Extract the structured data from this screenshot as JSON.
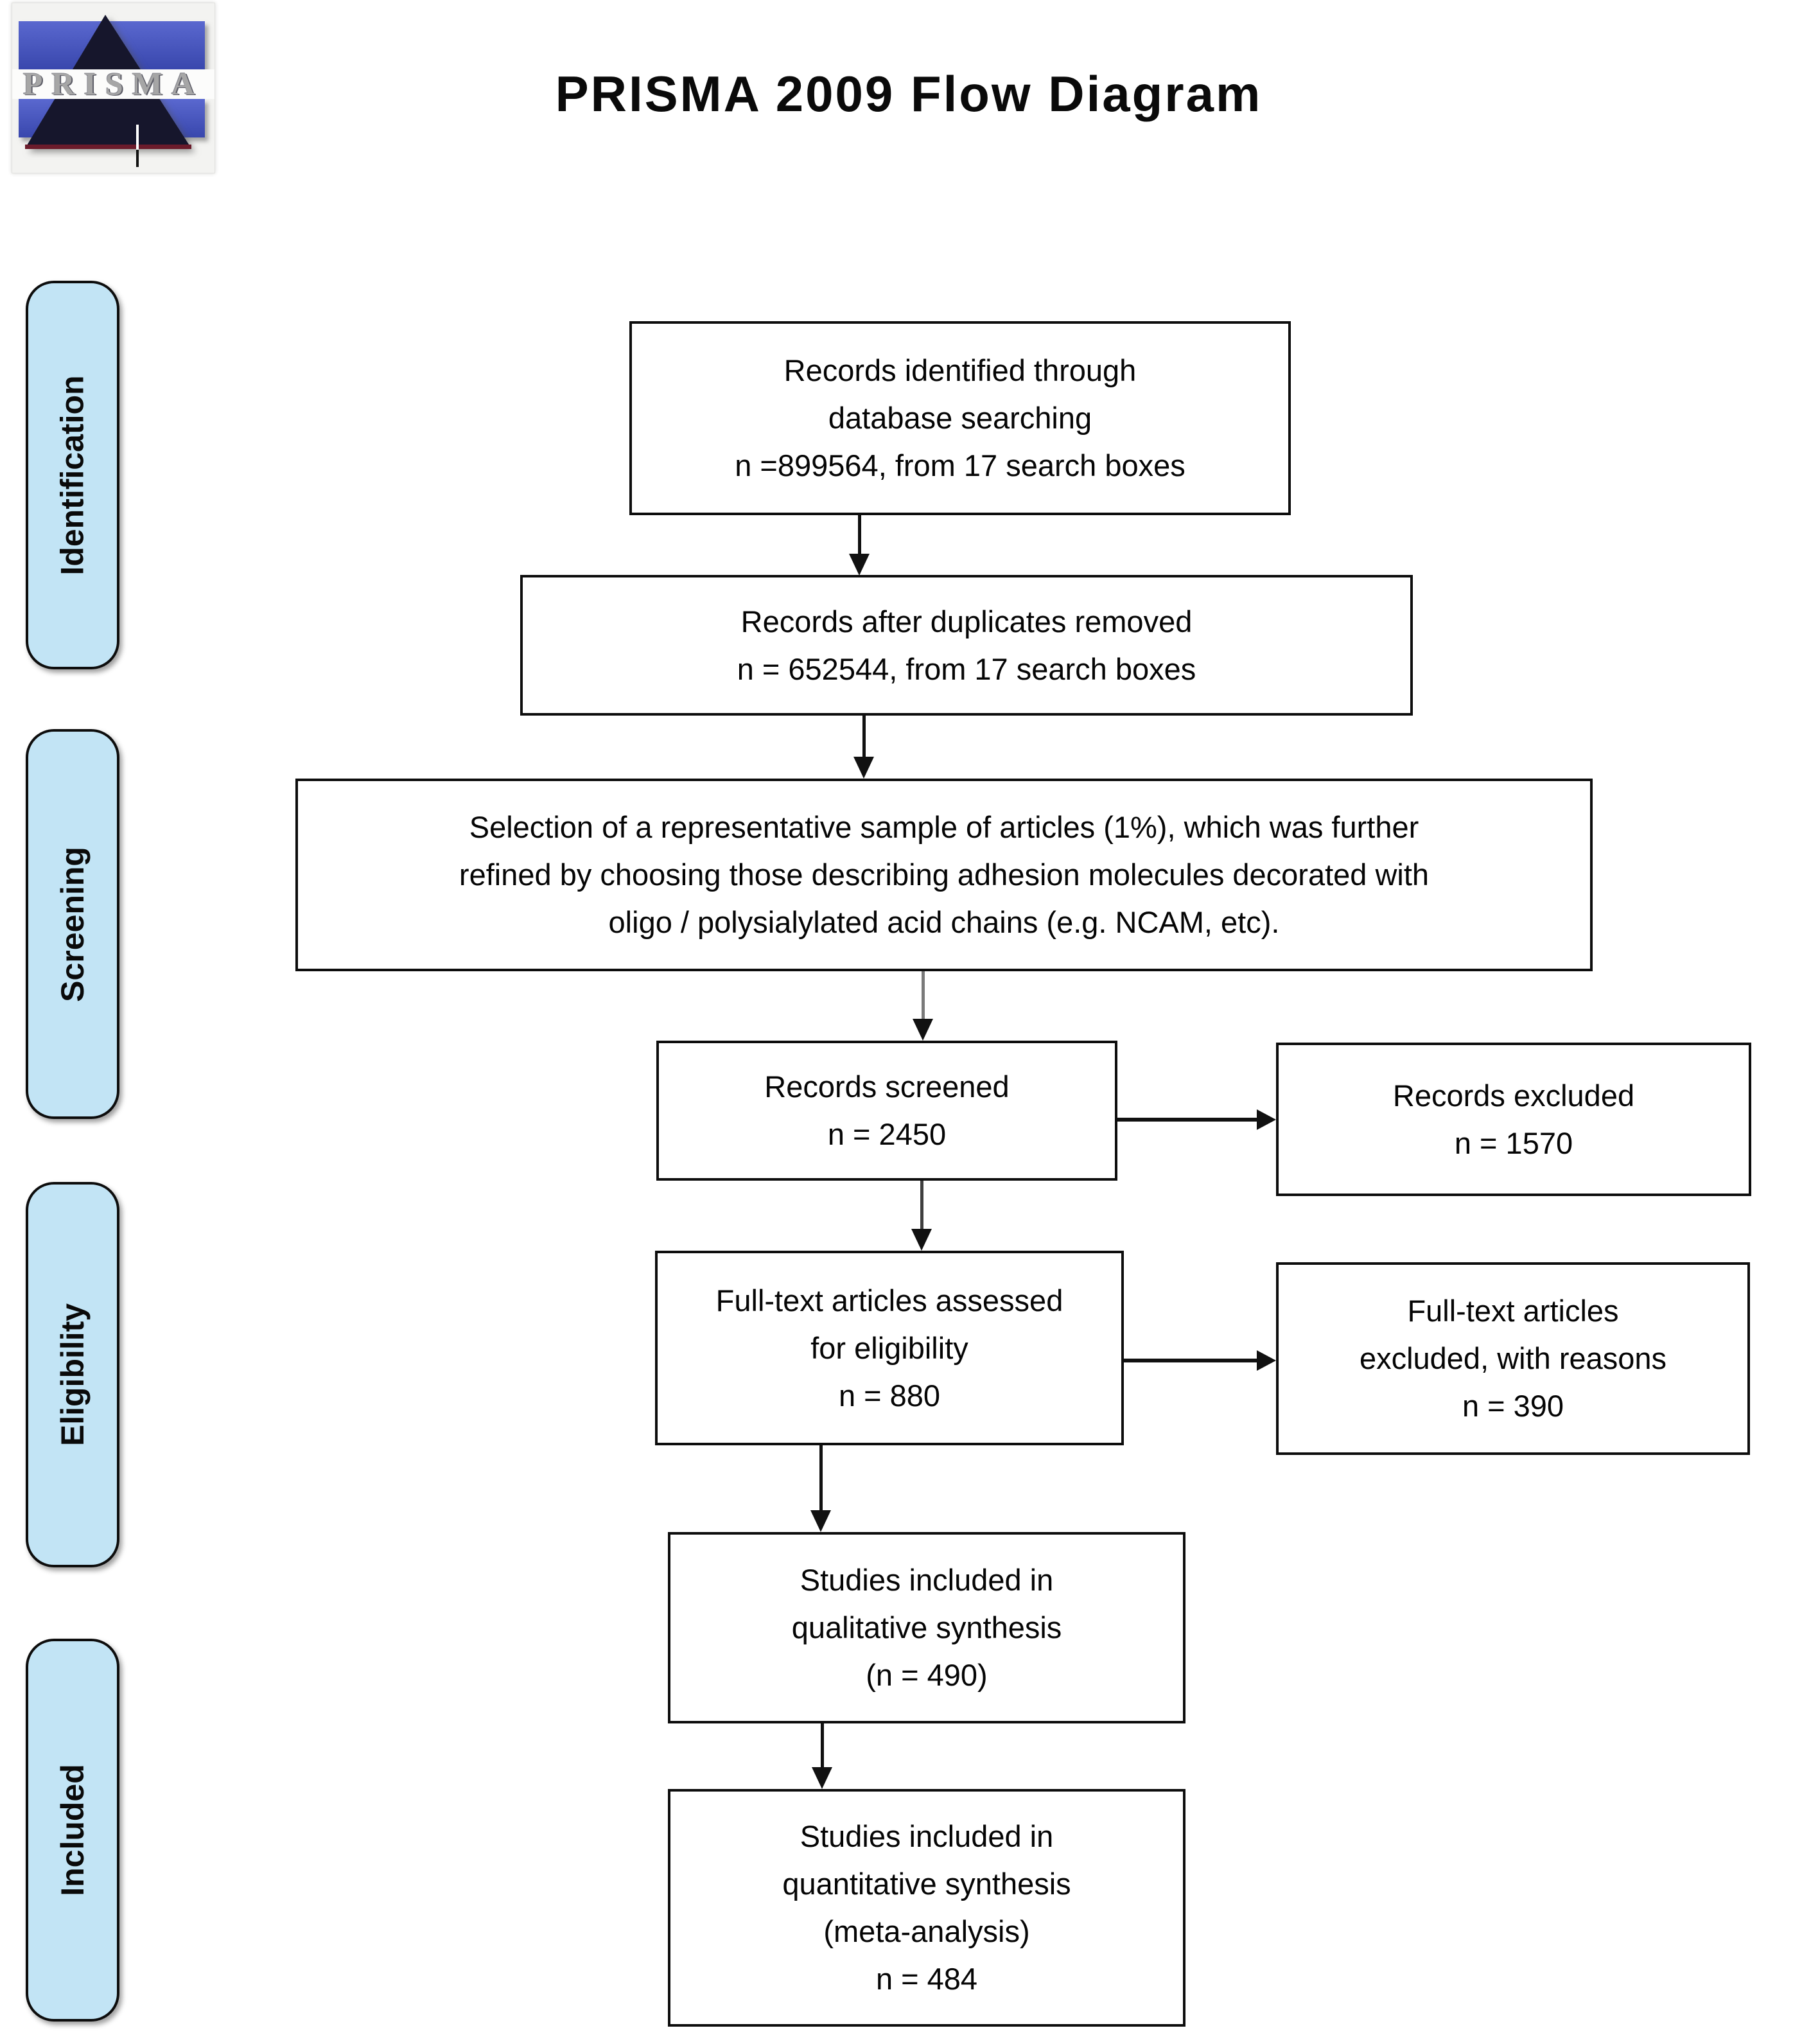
{
  "title": "PRISMA 2009 Flow Diagram",
  "logo": {
    "text": "PRISMA"
  },
  "stages": [
    {
      "label": "Identification"
    },
    {
      "label": "Screening"
    },
    {
      "label": "Eligibility"
    },
    {
      "label": "Included"
    }
  ],
  "boxes": {
    "records_identified": {
      "lines": [
        "Records identified through",
        "database searching",
        "n =899564, from 17 search boxes"
      ]
    },
    "duplicates_removed": {
      "lines": [
        "Records after duplicates removed",
        "n = 652544, from 17 search boxes"
      ]
    },
    "selection_sample": {
      "lines": [
        "Selection of a representative sample of articles (1%), which was further",
        "refined by choosing those describing adhesion molecules decorated with",
        "oligo / polysialylated acid chains (e.g. NCAM, etc)."
      ]
    },
    "records_screened": {
      "lines": [
        "Records screened",
        "n = 2450"
      ]
    },
    "records_excluded": {
      "lines": [
        "Records excluded",
        "n = 1570"
      ]
    },
    "fulltext_assessed": {
      "lines": [
        "Full-text articles assessed",
        "for eligibility",
        "n = 880"
      ]
    },
    "fulltext_excluded": {
      "lines": [
        "Full-text articles",
        "excluded, with reasons",
        "n = 390"
      ]
    },
    "qualitative_synthesis": {
      "lines": [
        "Studies included in",
        "qualitative synthesis",
        "(n = 490)"
      ]
    },
    "quantitative_synthesis": {
      "lines": [
        "Studies included in",
        "quantitative synthesis",
        "(meta-analysis)",
        "n = 484"
      ]
    }
  },
  "colors": {
    "stage_fill": "#c2e4f5",
    "box_border": "#0d0d0d",
    "arrow": "#111111",
    "logo_blue_light": "#5a68cf",
    "logo_blue_dark": "#3947ad",
    "logo_triangle": "#16162c",
    "logo_maroon": "#6b1b2b",
    "logo_text": "#a6a6a6"
  }
}
